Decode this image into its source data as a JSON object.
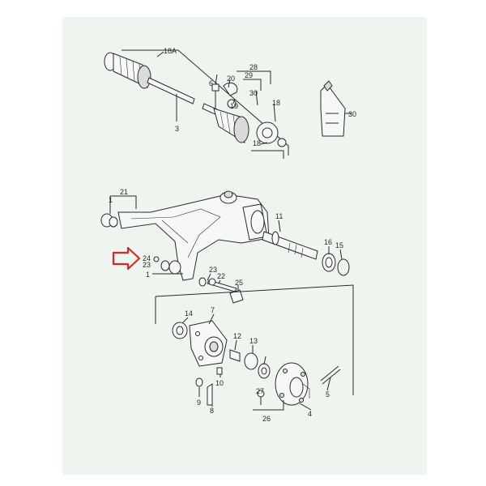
{
  "diagram": {
    "labels": {
      "p18A": "18A",
      "p3": "3",
      "p28": "28",
      "p29": "29",
      "p6": "6",
      "p20": "20",
      "p19": "19",
      "p30a": "30",
      "p18b": "18",
      "p18c": "18",
      "p30b": "30",
      "p21": "21",
      "p1a": "1",
      "p11": "11",
      "p16": "16",
      "p15": "15",
      "p24": "24",
      "p23a": "23",
      "p1b": "1",
      "p23b": "23",
      "p22": "22",
      "p25": "25",
      "p14": "14",
      "p7": "7",
      "p12": "12",
      "p13": "13",
      "p10": "10",
      "p9": "9",
      "p8": "8",
      "p27": "27",
      "p26": "26",
      "p4": "4",
      "p5": "5"
    },
    "colors": {
      "paper": "#eef4ee",
      "ink": "#2a2a2a",
      "arrow": "#d62828"
    },
    "arrow_icon": "red-outline-right-arrow"
  }
}
